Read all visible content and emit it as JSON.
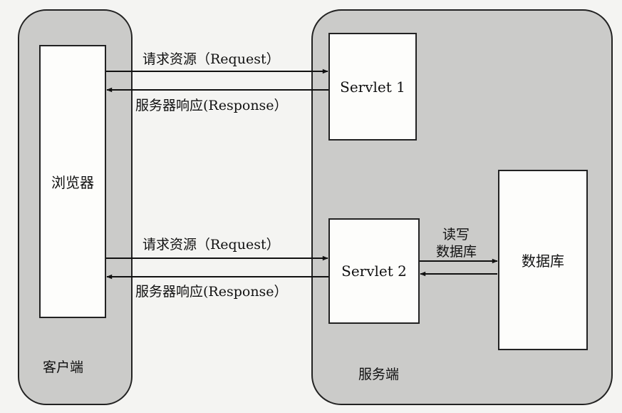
{
  "client": {
    "label": "客户端",
    "browser": "浏览器"
  },
  "server": {
    "label": "服务端",
    "servlet1": "Servlet 1",
    "servlet2": "Servlet 2",
    "database": "数据库"
  },
  "edges": {
    "request1": "请求资源（Request）",
    "response1": "服务器响应(Response）",
    "request2": "请求资源（Request）",
    "response2": "服务器响应(Response）",
    "readwrite_line1": "读写",
    "readwrite_line2": "数据库"
  }
}
